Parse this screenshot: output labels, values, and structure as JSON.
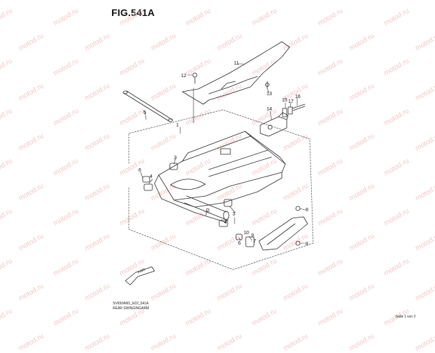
{
  "figure": {
    "title": "FIG.541A"
  },
  "watermark": {
    "text": "motod.ru"
  },
  "callouts": {
    "c1": "1",
    "c2": "2",
    "c3": "3",
    "c4": "4",
    "c5": "5",
    "c6": "6",
    "c7": "7",
    "c8a": "8",
    "c8b": "8",
    "c9": "9",
    "c10": "10",
    "c11": "11",
    "c12": "12",
    "c13": "13",
    "c14": "14",
    "c15": "15",
    "c16": "16",
    "c17": "17",
    "c3b": "3",
    "c4b": "4",
    "c6b": "6"
  },
  "footer": {
    "code": "SV650AM1_E02_541A",
    "subtitle": "REAR SWINGINGARM",
    "page": "Seite 1 von 2"
  },
  "front_arrow": {
    "label": "FWD"
  }
}
